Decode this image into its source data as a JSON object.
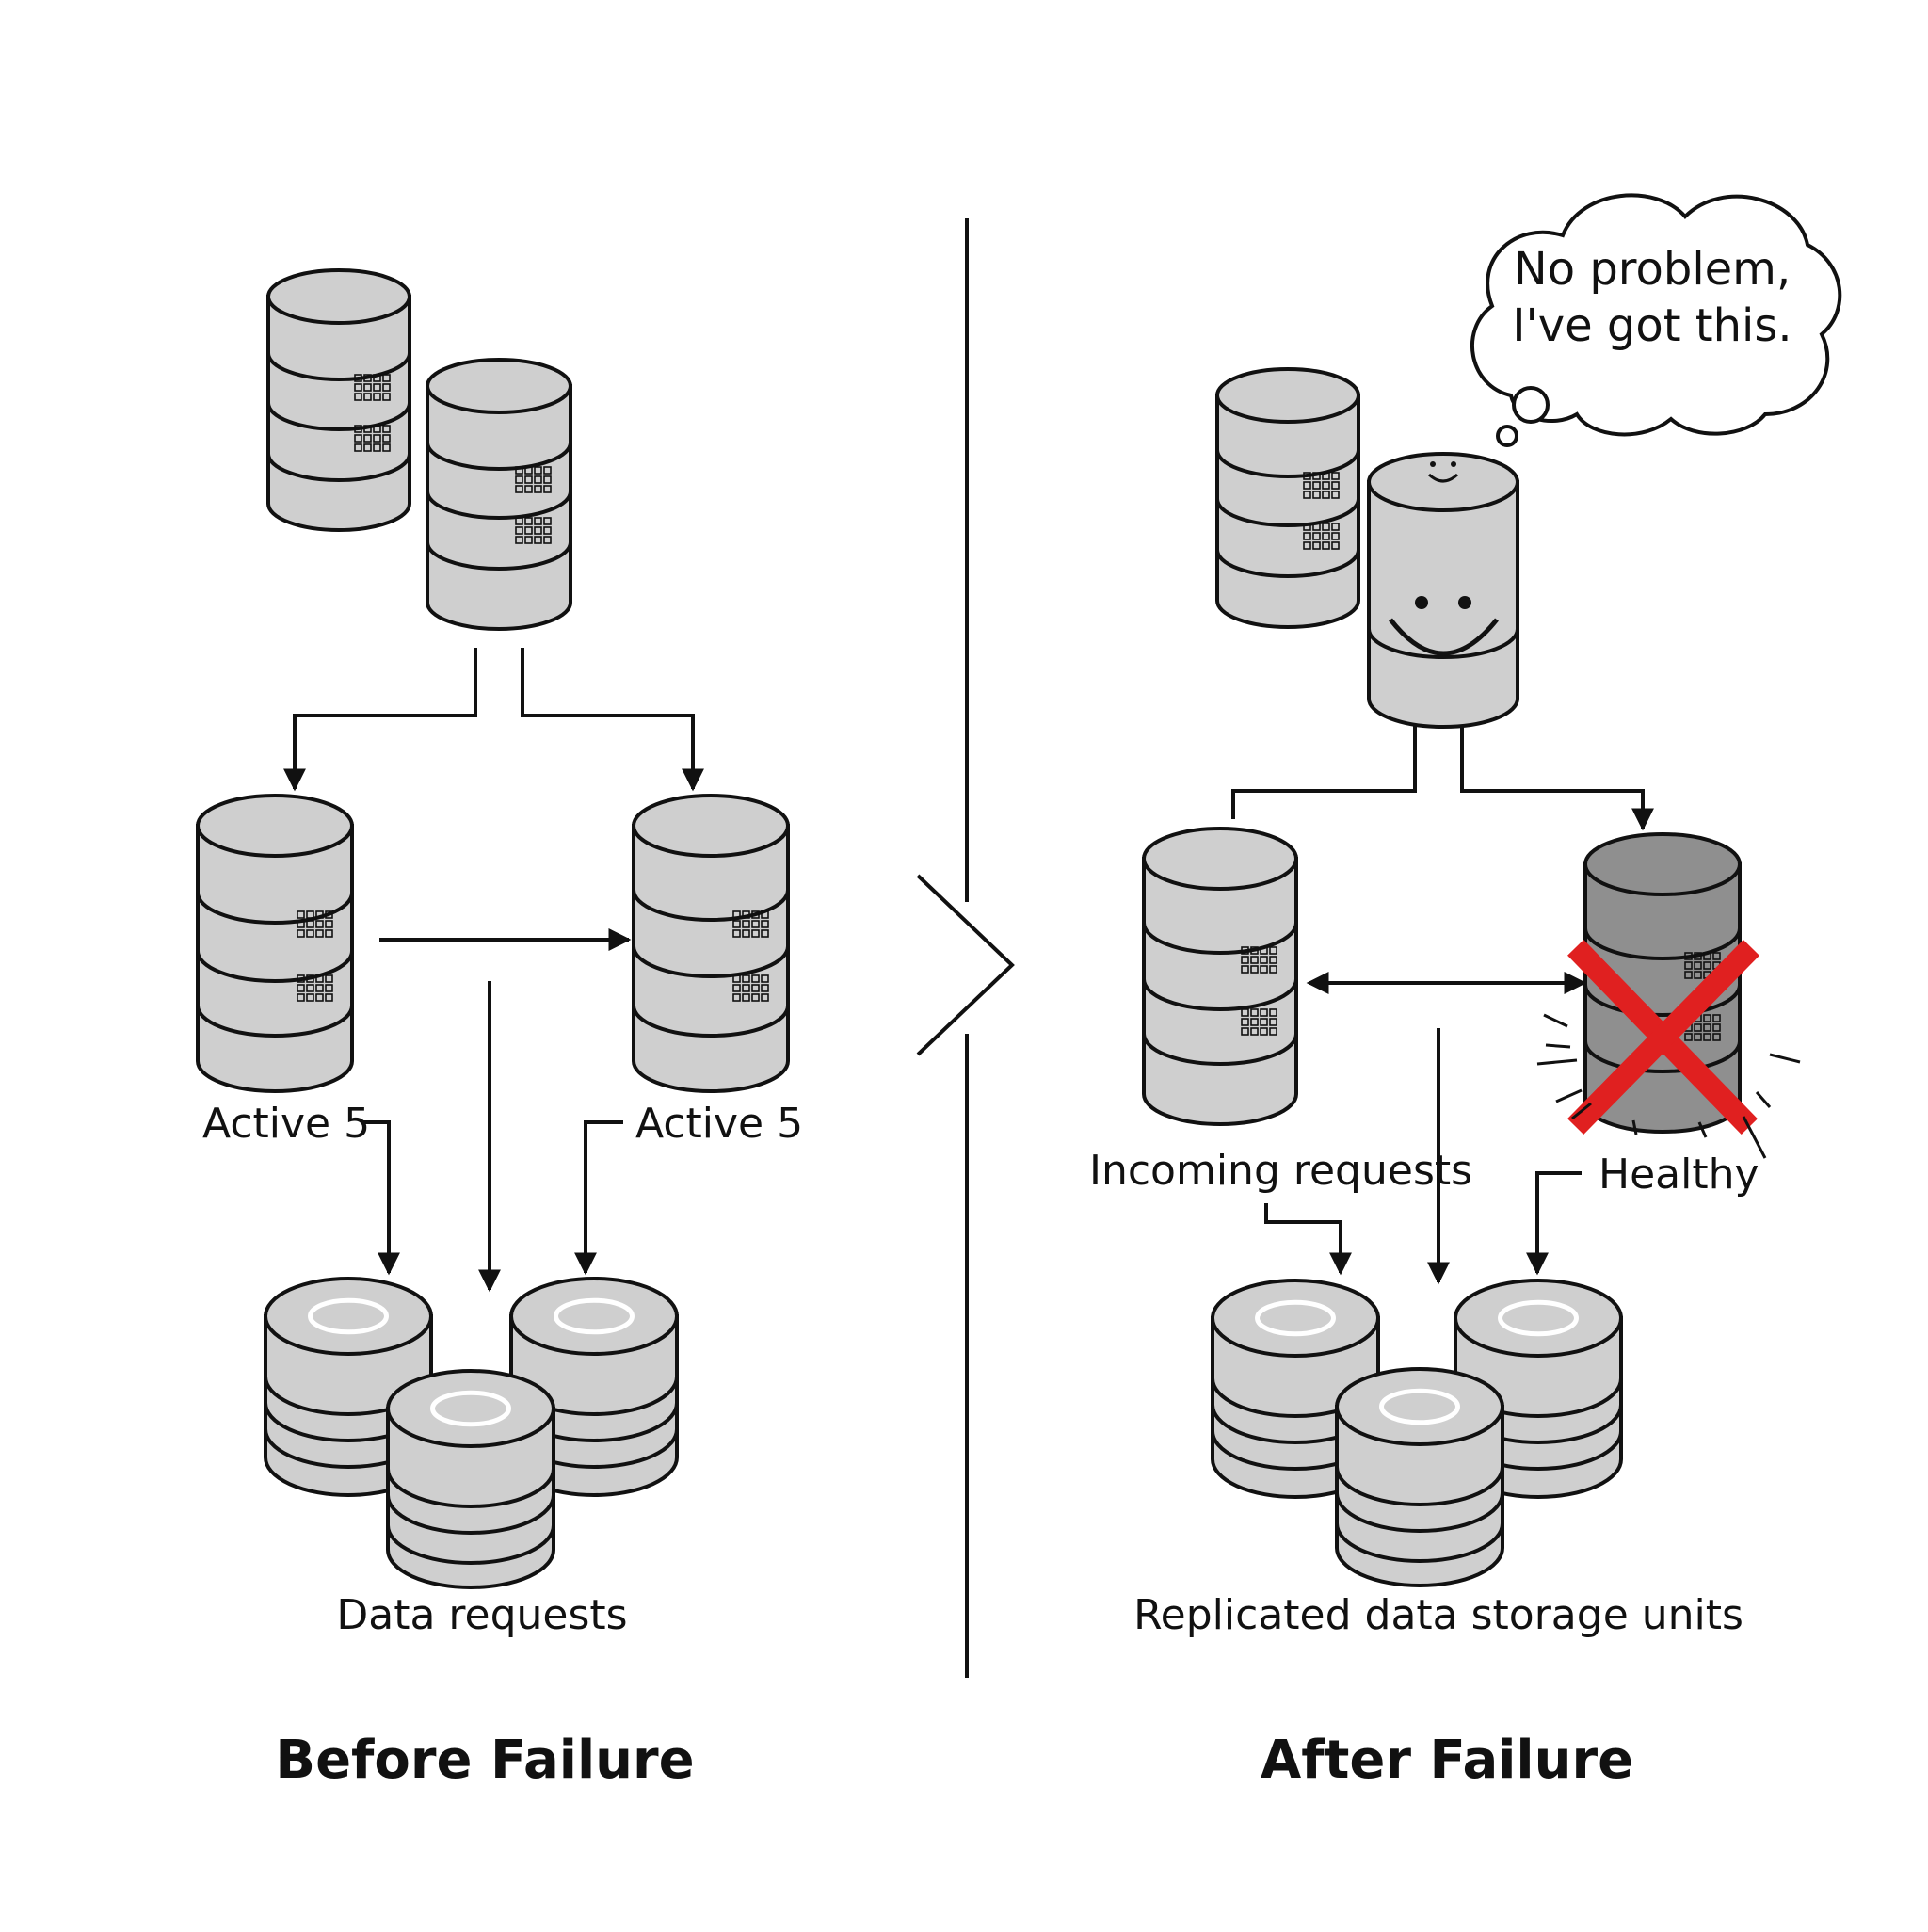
{
  "panels": {
    "before": {
      "title": "Before Failure",
      "left_label": "Active 5",
      "right_label": "Active 5",
      "bottom_label": "Data requests"
    },
    "after": {
      "title": "After Failure",
      "left_label": "Incoming requests",
      "right_label": "Healthy",
      "bottom_label": "Replicated data storage units",
      "bubble_line1": "No problem,",
      "bubble_line2": "I've got this."
    }
  },
  "colors": {
    "server_fill": "#cfcfcf",
    "failed_server_fill": "#8f8f8f",
    "outline": "#111111",
    "failure_mark": "#e02020"
  },
  "icons": [
    "database-server-icon",
    "storage-disk-stack-icon",
    "smiley-face-icon",
    "thought-bubble-icon",
    "failure-x-icon",
    "chevron-right-icon"
  ]
}
